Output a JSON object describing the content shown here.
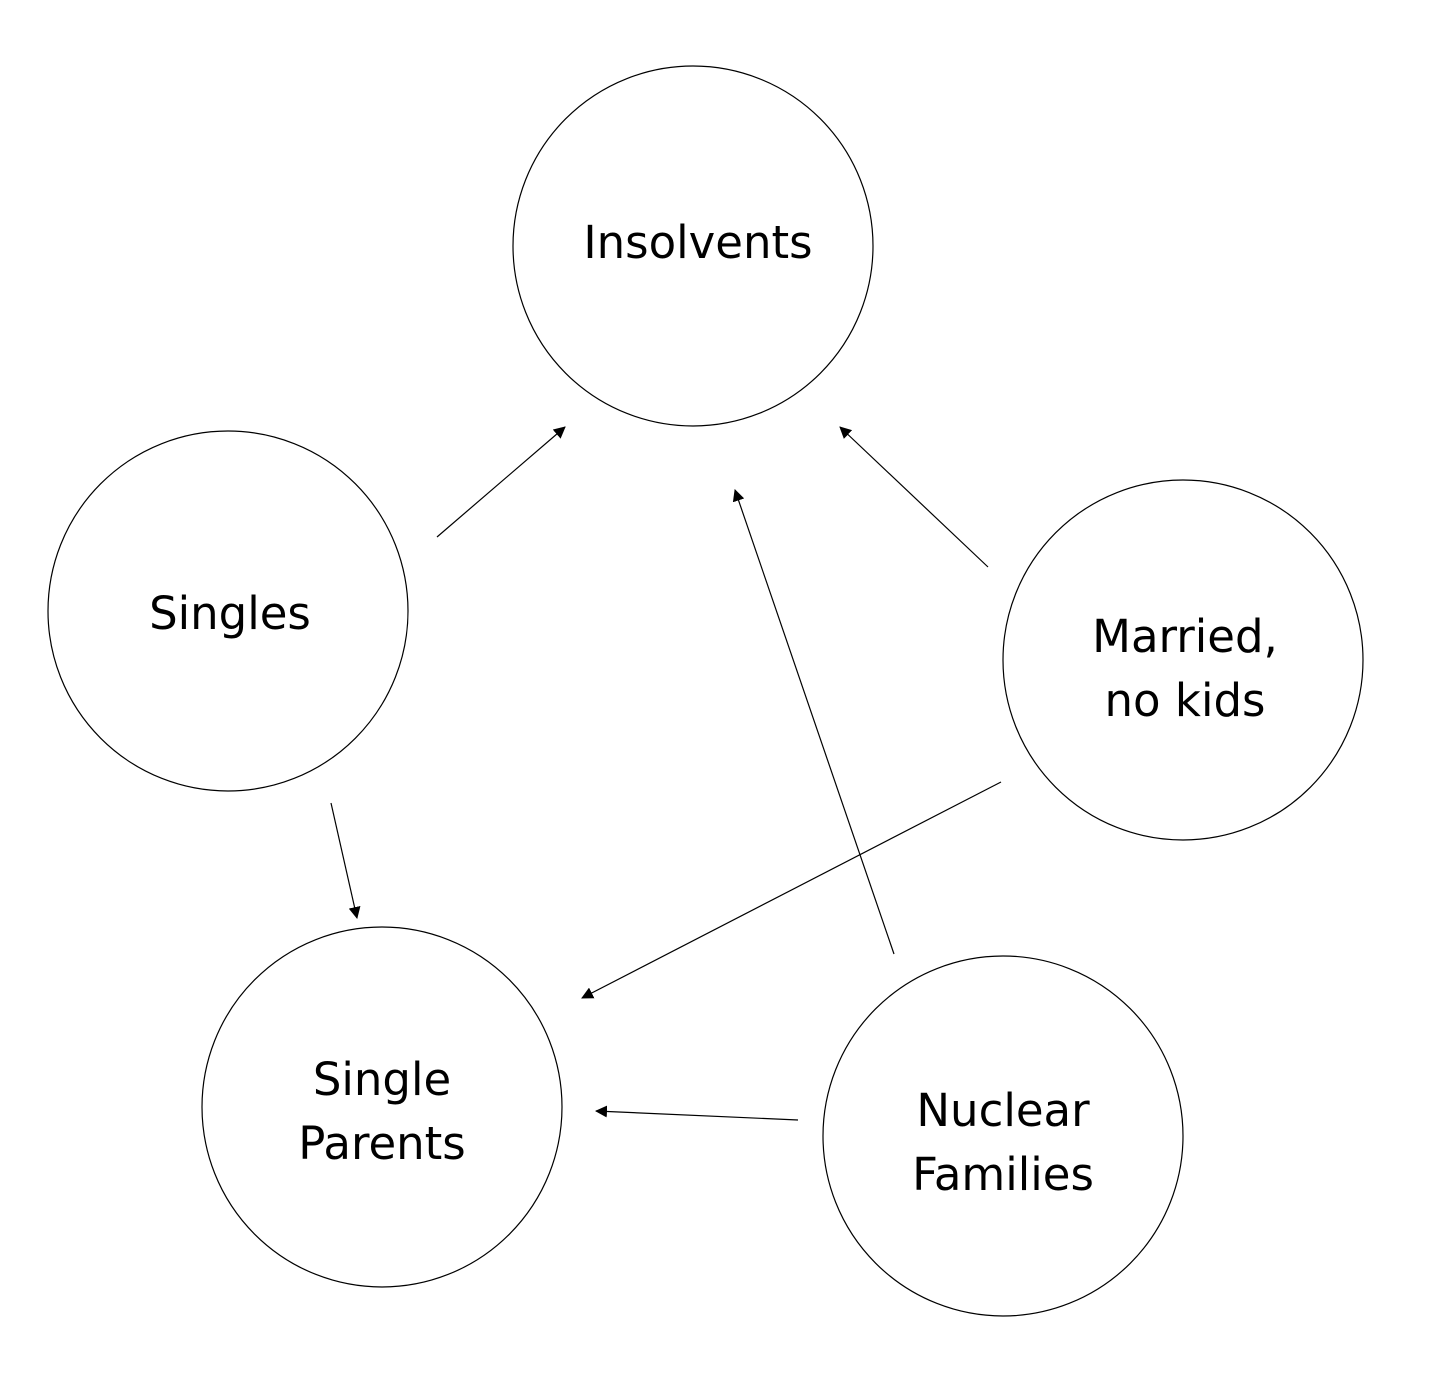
{
  "nodes": {
    "insolvents": {
      "lines": [
        "Insolvents"
      ]
    },
    "singles": {
      "lines": [
        "Singles"
      ]
    },
    "married_no_kids": {
      "lines": [
        "Married,",
        "no kids"
      ]
    },
    "single_parents": {
      "lines": [
        "Single",
        "Parents"
      ]
    },
    "nuclear_families": {
      "lines": [
        "Nuclear",
        "Families"
      ]
    }
  },
  "edges": [
    {
      "from": "Singles",
      "to": "Insolvents"
    },
    {
      "from": "Married, no kids",
      "to": "Insolvents"
    },
    {
      "from": "Nuclear Families",
      "to": "Insolvents"
    },
    {
      "from": "Singles",
      "to": "Single Parents"
    },
    {
      "from": "Married, no kids",
      "to": "Single Parents"
    },
    {
      "from": "Nuclear Families",
      "to": "Single Parents"
    }
  ]
}
